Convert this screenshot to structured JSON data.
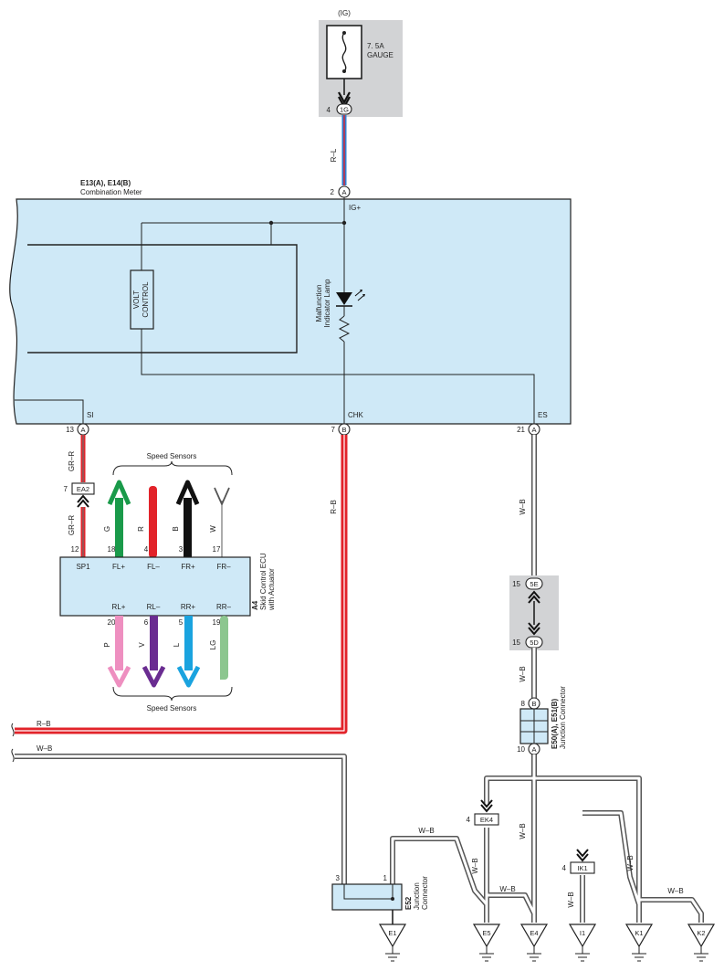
{
  "fuse": {
    "supply": "(IG)",
    "rating": "7. 5A",
    "name": "GAUGE",
    "pin": "4",
    "connector": "1G"
  },
  "meter": {
    "id": "E13(A), E14(B)",
    "name": "Combination Meter",
    "top_pin": "2",
    "top_conn": "A",
    "igplus": "IG+",
    "volt_control_1": "VOLT",
    "volt_control_2": "CONTROL",
    "lamp_1": "Malfunction",
    "lamp_2": "Indicator Lamp",
    "si": "SI",
    "chk": "CHK",
    "es": "ES",
    "pin_si": "13",
    "conn_si": "A",
    "pin_chk": "7",
    "conn_chk": "B",
    "pin_es": "21",
    "conn_es": "A"
  },
  "wires": {
    "rl": "R–L",
    "grr": "GR–R",
    "rb": "R–B",
    "wb": "W–B"
  },
  "ea2": {
    "pin": "7",
    "label": "EA2"
  },
  "ecu": {
    "id": "A4",
    "name_1": "Skid Control ECU",
    "name_2": "with Actuator",
    "speed_sensors": "Speed Sensors",
    "top_pins": [
      {
        "num": "12",
        "name": "SP1",
        "color": ""
      },
      {
        "num": "18",
        "name": "FL+",
        "color": "G"
      },
      {
        "num": "4",
        "name": "FL–",
        "color": "R"
      },
      {
        "num": "3",
        "name": "FR+",
        "color": "B"
      },
      {
        "num": "17",
        "name": "FR–",
        "color": "W"
      }
    ],
    "bottom_pins": [
      {
        "num": "20",
        "name": "RL+",
        "color": "P"
      },
      {
        "num": "6",
        "name": "RL–",
        "color": "V"
      },
      {
        "num": "5",
        "name": "RR+",
        "color": "L"
      },
      {
        "num": "19",
        "name": "RR–",
        "color": "LG"
      }
    ]
  },
  "conn5": {
    "pin_top": "15",
    "top": "5E",
    "pin_bot": "15",
    "bot": "5D"
  },
  "jc50": {
    "id": "E50(A), E51(B)",
    "name": "Junction Connector",
    "pin_b": "8",
    "conn_b": "B",
    "pin_a": "10",
    "conn_a": "A"
  },
  "e52": {
    "id": "E52",
    "name_1": "Junction",
    "name_2": "Connector",
    "pin3": "3",
    "pin1": "1"
  },
  "ek4": {
    "pin": "4",
    "label": "EK4"
  },
  "ik1": {
    "pin": "4",
    "label": "IK1"
  },
  "grounds": [
    "E1",
    "E5",
    "E4",
    "I1",
    "K1",
    "K2"
  ],
  "colors": {
    "panel": "#cfe9f7",
    "fuse_bg": "#d2d3d5",
    "red": "#e2232a",
    "blue": "#2f7fd0",
    "green": "#1a9a4a",
    "black": "#111111",
    "pink": "#ee8fc0",
    "violet": "#6a2c91",
    "sky": "#1aa3df",
    "lightgreen": "#8cc68f"
  }
}
